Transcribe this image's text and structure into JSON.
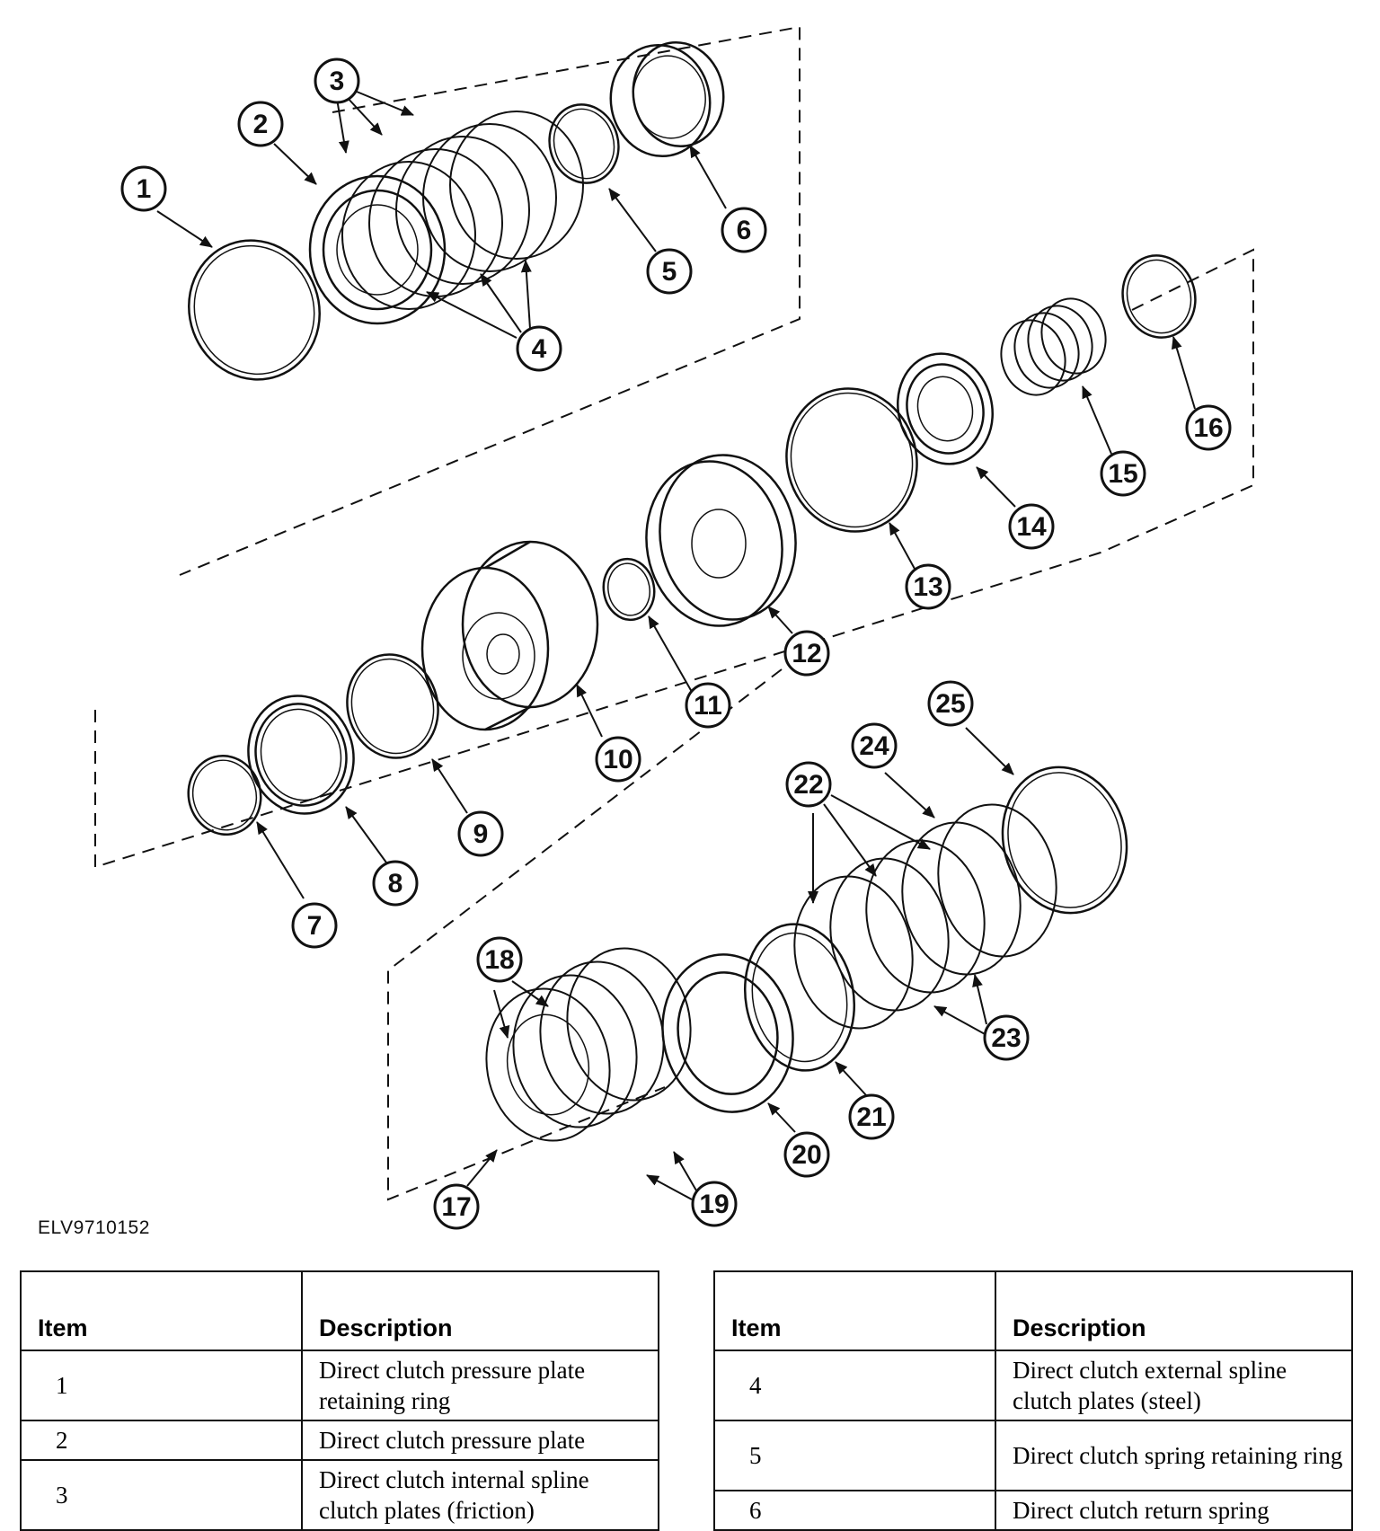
{
  "figure_id": "ELV9710152",
  "callouts": [
    "1",
    "2",
    "3",
    "4",
    "5",
    "6",
    "7",
    "8",
    "9",
    "10",
    "11",
    "12",
    "13",
    "14",
    "15",
    "16",
    "17",
    "18",
    "19",
    "20",
    "21",
    "22",
    "23",
    "24",
    "25"
  ],
  "table_left": {
    "headers": {
      "item": "Item",
      "description": "Description"
    },
    "rows": [
      {
        "item": "1",
        "description": "Direct clutch pressure plate retaining ring"
      },
      {
        "item": "2",
        "description": "Direct clutch pressure plate"
      },
      {
        "item": "3",
        "description": "Direct clutch internal spline clutch plates (friction)"
      }
    ]
  },
  "table_right": {
    "headers": {
      "item": "Item",
      "description": "Description"
    },
    "rows": [
      {
        "item": "4",
        "description": "Direct clutch external spline clutch plates (steel)"
      },
      {
        "item": "5",
        "description": "Direct clutch spring retaining ring"
      },
      {
        "item": "6",
        "description": "Direct clutch return spring"
      }
    ]
  }
}
